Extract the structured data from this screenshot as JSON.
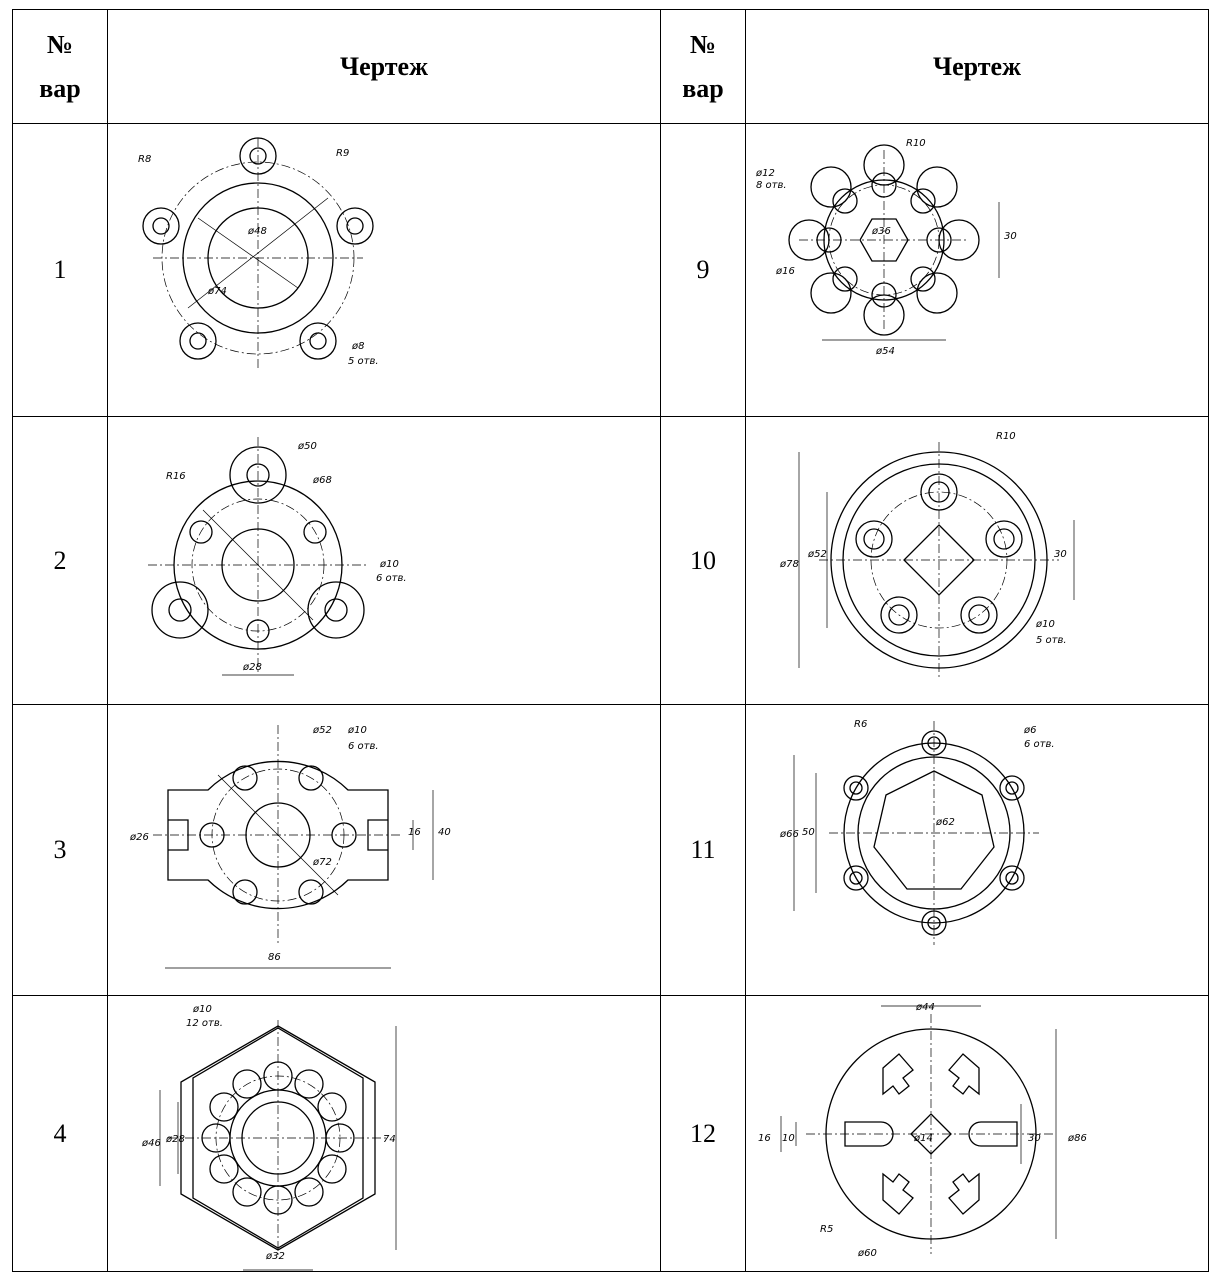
{
  "header": {
    "num_label_line1": "№",
    "num_label_line2": "вар",
    "drawing_label": "Чертеж"
  },
  "rows": [
    {
      "left": {
        "number": "1",
        "dims": [
          "R8",
          "R9",
          "ø48",
          "ø74",
          "ø8",
          "5 отв."
        ]
      },
      "right": {
        "number": "9",
        "dims": [
          "R10",
          "ø12",
          "8 отв.",
          "ø36",
          "30",
          "ø16",
          "ø54"
        ]
      }
    },
    {
      "left": {
        "number": "2",
        "dims": [
          "R16",
          "ø50",
          "ø68",
          "ø10",
          "6 отв.",
          "ø28"
        ]
      },
      "right": {
        "number": "10",
        "dims": [
          "R10",
          "ø78",
          "ø52",
          "30",
          "ø10",
          "5 отв."
        ]
      }
    },
    {
      "left": {
        "number": "3",
        "dims": [
          "ø52",
          "ø10",
          "6 отв.",
          "ø26",
          "16",
          "40",
          "ø72",
          "86"
        ]
      },
      "right": {
        "number": "11",
        "dims": [
          "R6",
          "ø6",
          "6 отв.",
          "ø66",
          "50",
          "ø62"
        ]
      }
    },
    {
      "left": {
        "number": "4",
        "dims": [
          "ø10",
          "12 отв.",
          "ø46",
          "ø28",
          "74",
          "ø32"
        ]
      },
      "right": {
        "number": "12",
        "dims": [
          "ø44",
          "16",
          "10",
          "30",
          "ø86",
          "ø14",
          "R5",
          "ø60"
        ]
      }
    }
  ]
}
